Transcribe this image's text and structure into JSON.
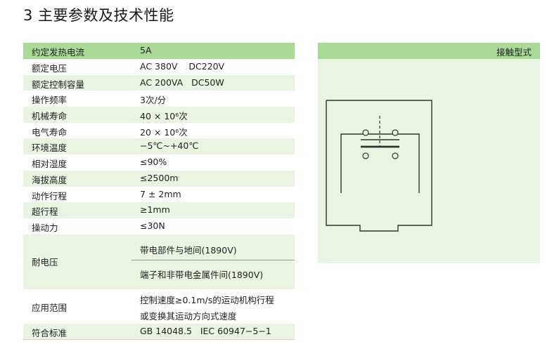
{
  "section_title": "3 主要参数及技术性能",
  "specs": {
    "header": {
      "key": "约定发热电流",
      "value": "5A"
    },
    "rows": [
      {
        "key": "额定电压",
        "value": "AC 380V    DC220V"
      },
      {
        "key": "额定控制容量",
        "value": "AC 200VA   DC50W"
      },
      {
        "key": "操作频率",
        "value": "3次/分"
      },
      {
        "key": "机械寿命",
        "value": "40 × 10⁶次"
      },
      {
        "key": "电气寿命",
        "value": "20 × 10⁶次"
      },
      {
        "key": "环境温度",
        "value": "−5℃~+40℃"
      },
      {
        "key": "相对湿度",
        "value": "≤90%"
      },
      {
        "key": "海拔高度",
        "value": "≤2500m"
      },
      {
        "key": "动作行程",
        "value": "7 ± 2mm"
      },
      {
        "key": "超行程",
        "value": "≥1mm"
      },
      {
        "key": "操动力",
        "value": "≤30N"
      }
    ],
    "voltage_withstand": {
      "key": "耐电压",
      "line1": "带电部件与地间(1890V)",
      "line2": "端子和非带电金属件间(1890V)"
    },
    "application": {
      "key": "应用范围",
      "line1": "控制速度≥0.1m/s的运动机构行程",
      "line2": "或变换其运动方向式速度"
    },
    "standard": {
      "key": "符合标准",
      "value": "GB 14048.5   IEC 60947−5−1"
    }
  },
  "contact_panel": {
    "title": "接触型式"
  },
  "colors": {
    "header_green": "#a8db95",
    "stripe_green": "#e9f4e3",
    "line_dark": "#333333"
  }
}
